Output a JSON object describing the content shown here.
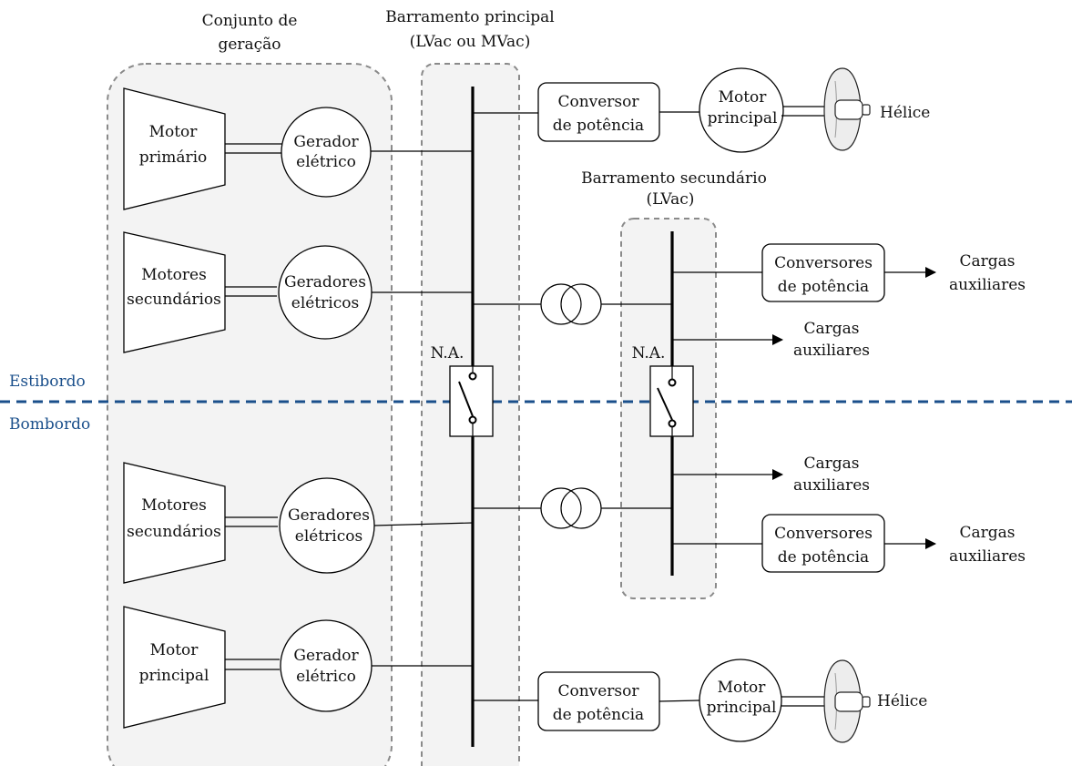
{
  "groups": {
    "generation_title_1": "Conjunto de",
    "generation_title_2": "geração",
    "main_bus_title_1": "Barramento principal",
    "main_bus_title_2": "(LVac ou MVac)",
    "secondary_bus_title_1": "Barramento secundário",
    "secondary_bus_title_2": "(LVac)"
  },
  "sides": {
    "starboard": "Estibordo",
    "port": "Bombordo",
    "divider_color": "#1a4f8b"
  },
  "prime_movers": [
    {
      "line1": "Motor",
      "line2": "primário"
    },
    {
      "line1": "Motores",
      "line2": "secundários"
    },
    {
      "line1": "Motores",
      "line2": "secundários"
    },
    {
      "line1": "Motor",
      "line2": "principal"
    }
  ],
  "generators": [
    {
      "line1": "Gerador",
      "line2": "elétrico"
    },
    {
      "line1": "Geradores",
      "line2": "elétricos"
    },
    {
      "line1": "Geradores",
      "line2": "elétricos"
    },
    {
      "line1": "Gerador",
      "line2": "elétrico"
    }
  ],
  "main_converters": [
    {
      "line1": "Conversor",
      "line2": "de potência"
    },
    {
      "line1": "Conversor",
      "line2": "de potência"
    }
  ],
  "main_motors": [
    {
      "line1": "Motor",
      "line2": "principal"
    },
    {
      "line1": "Motor",
      "line2": "principal"
    }
  ],
  "propellers": [
    "Hélice",
    "Hélice"
  ],
  "aux_converters": [
    {
      "line1": "Conversores",
      "line2": "de potência"
    },
    {
      "line1": "Conversores",
      "line2": "de potência"
    }
  ],
  "aux_loads": [
    {
      "line1": "Cargas",
      "line2": "auxiliares"
    },
    {
      "line1": "Cargas",
      "line2": "auxiliares"
    },
    {
      "line1": "Cargas",
      "line2": "auxiliares"
    },
    {
      "line1": "Cargas",
      "line2": "auxiliares"
    }
  ],
  "switches": {
    "main_label": "N.A.",
    "secondary_label": "N.A."
  }
}
